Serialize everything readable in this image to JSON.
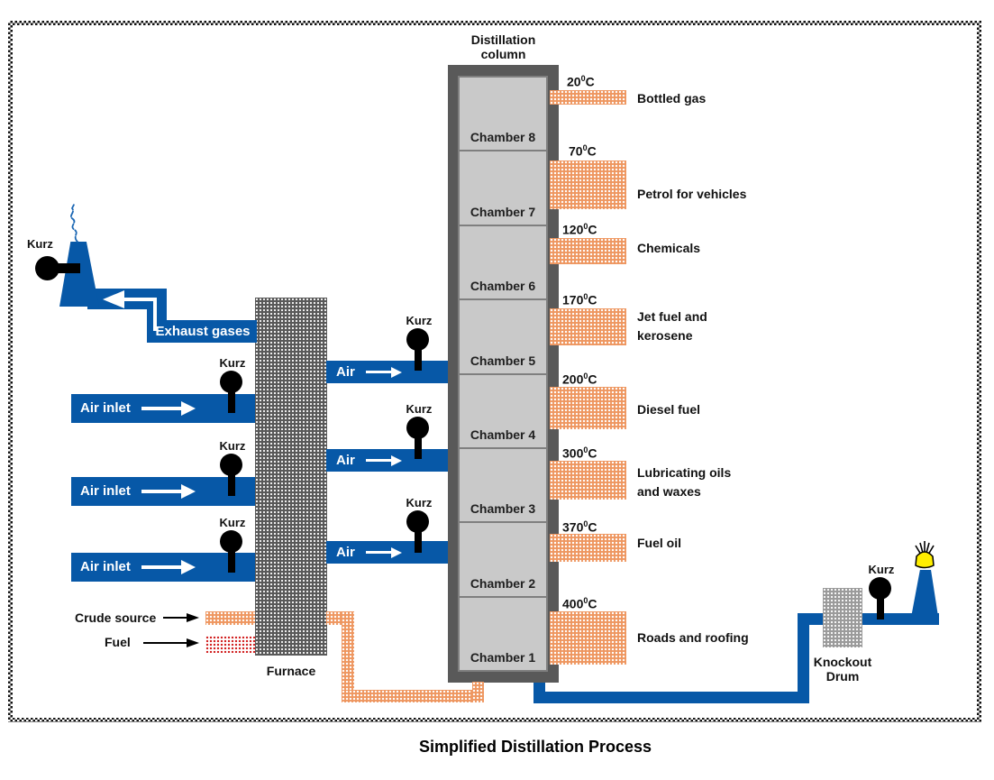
{
  "title": "Simplified Distillation Process",
  "column": {
    "header": "Distillation\ncolumn",
    "chambers": [
      {
        "label": "Chamber 8"
      },
      {
        "label": "Chamber 7"
      },
      {
        "label": "Chamber 6"
      },
      {
        "label": "Chamber 5"
      },
      {
        "label": "Chamber 4"
      },
      {
        "label": "Chamber 3"
      },
      {
        "label": "Chamber 2"
      },
      {
        "label": "Chamber 1"
      }
    ]
  },
  "outputs": [
    {
      "temp": "20",
      "sup": "0",
      "unit": "C",
      "label": "Bottled gas"
    },
    {
      "temp": "70",
      "sup": "0",
      "unit": "C",
      "label": "Petrol for vehicles"
    },
    {
      "temp": "120",
      "sup": "0",
      "unit": "C",
      "label": "Chemicals"
    },
    {
      "temp": "170",
      "sup": "0",
      "unit": "C",
      "label": "Jet fuel and\nkerosene"
    },
    {
      "temp": "200",
      "sup": "0",
      "unit": "C",
      "label": "Diesel fuel"
    },
    {
      "temp": "300",
      "sup": "0",
      "unit": "C",
      "label": "Lubricating oils\nand waxes"
    },
    {
      "temp": "370",
      "sup": "0",
      "unit": "C",
      "label": "Fuel oil"
    },
    {
      "temp": "400",
      "sup": "0",
      "unit": "C",
      "label": "Roads and roofing"
    }
  ],
  "furnace": {
    "label": "Furnace"
  },
  "exhaust": {
    "label": "Exhaust gases"
  },
  "air_inlets": [
    {
      "label": "Air inlet"
    },
    {
      "label": "Air inlet"
    },
    {
      "label": "Air inlet"
    }
  ],
  "air_ducts": [
    {
      "label": "Air"
    },
    {
      "label": "Air"
    },
    {
      "label": "Air"
    }
  ],
  "sensors": [
    {
      "label": "Kurz"
    },
    {
      "label": "Kurz"
    },
    {
      "label": "Kurz"
    },
    {
      "label": "Kurz"
    },
    {
      "label": "Kurz"
    },
    {
      "label": "Kurz"
    },
    {
      "label": "Kurz"
    },
    {
      "label": "Kurz"
    }
  ],
  "feed": {
    "crude_label": "Crude source",
    "fuel_label": "Fuel"
  },
  "knockout_drum": {
    "label": "Knockout\nDrum"
  },
  "colors": {
    "pipe_blue": "#0758a7",
    "product_orange": "#ee9660",
    "furnace_gray": "#595959",
    "column_wall_gray": "#595959",
    "chamber_gray": "#c9c9c9",
    "drum_gray": "#9b9b9b",
    "fuel_red": "#d01a1a",
    "flame_yellow": "#ffee00"
  }
}
